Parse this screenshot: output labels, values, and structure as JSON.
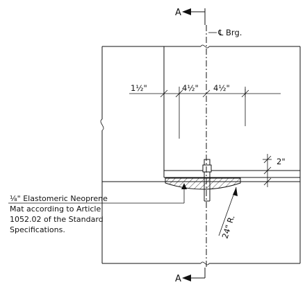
{
  "section_marks": {
    "top": "A",
    "bottom": "A"
  },
  "centerline_label": "℄ Brg.",
  "dimensions": {
    "left_offset": "1½\"",
    "left_half": "4½\"",
    "right_half": "4½\"",
    "clearance": "2\"",
    "radius": "24\" R."
  },
  "note": {
    "lines": [
      "⅛\" Elastomeric Neoprene",
      "Mat according to Article",
      "1052.02 of the Standard",
      "Specifications."
    ]
  }
}
